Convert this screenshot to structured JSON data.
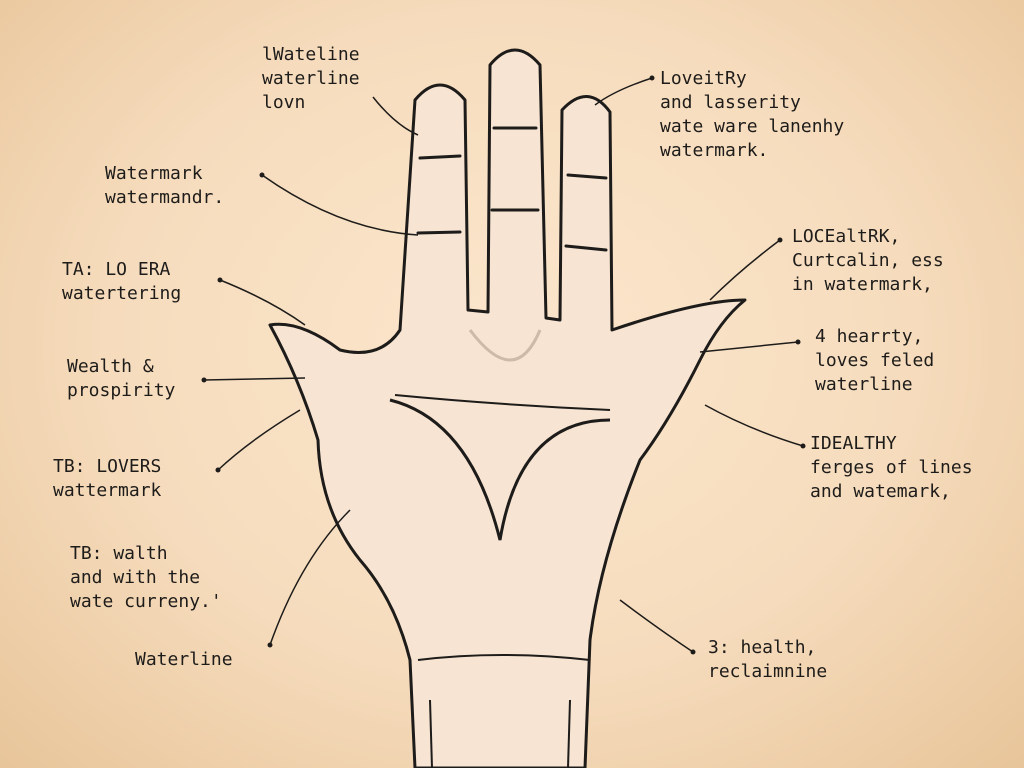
{
  "colors": {
    "paper": "#f6dcbd",
    "ink": "#1e1c1a",
    "skin": "#f7e4d2",
    "shade": "#cdbaa8"
  },
  "labels": {
    "l1": [
      "lWateline",
      "waterline",
      "lovn"
    ],
    "l2": [
      "Watermark",
      "watermandr."
    ],
    "l3": [
      "TA: LO ERA",
      "watertering"
    ],
    "l4": [
      "Wealth &",
      "prospirity"
    ],
    "l5": [
      "TB: LOVERS",
      "wattermark"
    ],
    "l6": [
      "TB: walth",
      "and with the",
      "wate curreny.'"
    ],
    "l7": [
      "Waterline"
    ],
    "r1": [
      "LoveitRy",
      "and lasserity",
      "wate ware lanenhy",
      "watermark."
    ],
    "r2": [
      "LOCEaltRK,",
      "Curtcalin, ess",
      "in watermark,"
    ],
    "r3": [
      "4 hearrty,",
      "loves feled",
      "waterline"
    ],
    "r4": [
      "IDEALTHY",
      "ferges of lines",
      "and watemark,"
    ],
    "r5": [
      "3: health,",
      "reclaimnine"
    ]
  }
}
